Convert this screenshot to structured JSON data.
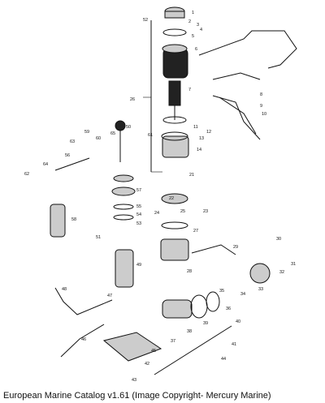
{
  "caption": "European Marine Catalog v1.61 (Image Copyright- Mercury Marine)",
  "callouts": [
    "1",
    "2",
    "3",
    "4",
    "5",
    "6",
    "7",
    "8",
    "9",
    "10",
    "11",
    "12",
    "13",
    "14",
    "21",
    "22",
    "23",
    "24",
    "25",
    "26",
    "27",
    "28",
    "29",
    "30",
    "31",
    "32",
    "33",
    "34",
    "35",
    "36",
    "37",
    "38",
    "39",
    "40",
    "41",
    "42",
    "43",
    "44",
    "45",
    "46",
    "47",
    "48",
    "49",
    "50",
    "51",
    "52",
    "53",
    "54",
    "55",
    "56",
    "57",
    "58",
    "59",
    "60",
    "61",
    "62",
    "63",
    "64",
    "65"
  ]
}
